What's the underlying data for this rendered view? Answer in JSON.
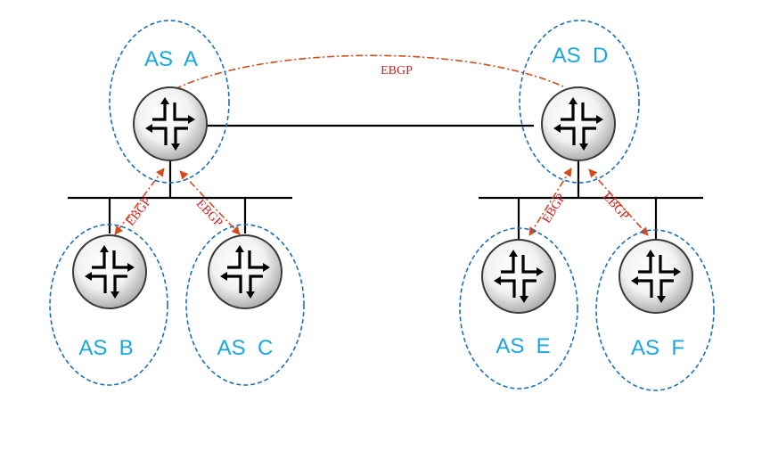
{
  "colors": {
    "as_label": "#1aa7e0",
    "ellipse": "#1f6fb5",
    "ebgp": "#d44b1e",
    "ebgp_label": "#cc1f1f",
    "wire": "#000000"
  },
  "icons": {
    "router": "router-icon"
  },
  "systems": {
    "a": {
      "label": "AS  A"
    },
    "b": {
      "label": "AS  B"
    },
    "c": {
      "label": "AS  C"
    },
    "d": {
      "label": "AS  D"
    },
    "e": {
      "label": "AS  E"
    },
    "f": {
      "label": "AS  F"
    }
  },
  "sessions": {
    "a_d": "EBGP",
    "a_b": "EBGP",
    "a_c": "EBGP",
    "d_e": "EBGP",
    "d_f": "EBGP"
  }
}
